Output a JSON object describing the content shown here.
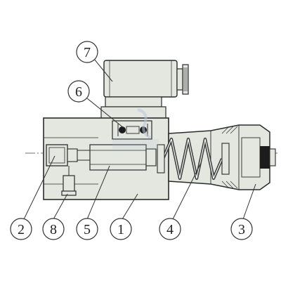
{
  "diagram": {
    "colors": {
      "body_fill": "#e4e6e0",
      "outline": "#2b2b2b",
      "spring": "#3a3a3a",
      "dark_fill": "#1c1c1c",
      "callout_line": "#333333",
      "watermark": "#b9c8d8"
    },
    "callouts": [
      {
        "label": "7"
      },
      {
        "label": "6"
      },
      {
        "label": "2"
      },
      {
        "label": "8"
      },
      {
        "label": "5"
      },
      {
        "label": "1"
      },
      {
        "label": "4"
      },
      {
        "label": "3"
      }
    ]
  }
}
